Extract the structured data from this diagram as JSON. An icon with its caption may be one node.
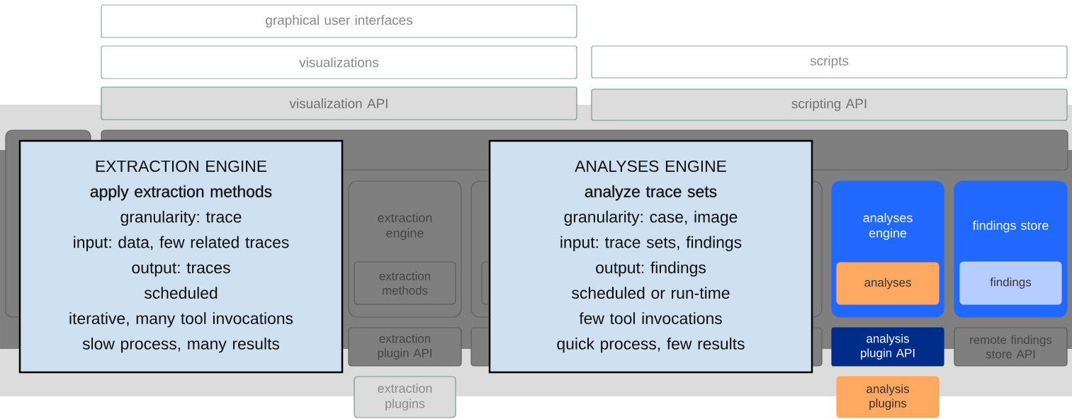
{
  "diagram": {
    "nodes": [
      {
        "text": [
          "graphical user interfaces"
        ]
      },
      {
        "text": [
          "visualizations"
        ]
      },
      {
        "text": [
          "scripts"
        ]
      },
      {
        "text": [
          "visualization API"
        ]
      },
      {
        "text": [
          "scripting API"
        ]
      },
      {
        "text": [
          "extraction engine"
        ]
      },
      {
        "text": [
          "extraction methods"
        ],
        "in": 5
      },
      {
        "text": [
          "extraction plugin API"
        ]
      },
      {
        "text": [
          "extraction plugins"
        ]
      },
      {
        "text": [
          "analyses engine"
        ]
      },
      {
        "text": [
          "analyses"
        ],
        "in": 9
      },
      {
        "text": [
          "findings store"
        ]
      },
      {
        "text": [
          "findings"
        ],
        "in": 11
      },
      {
        "text": [
          "analysis plugin API"
        ]
      },
      {
        "text": [
          "remote findings store API"
        ]
      },
      {
        "text": [
          "analysis plugins"
        ]
      },
      {
        "text": [
          "EXTRACTION ENGINE",
          "apply extraction methods",
          "granularity: trace",
          "input: data, few related traces",
          "output: traces",
          "scheduled",
          "iterative, many tool invocations",
          "slow process, many results"
        ]
      },
      {
        "text": [
          "ANALYSES ENGINE",
          "analyze trace sets",
          "granularity: case, image",
          "input: trace sets, findings",
          "output: findings",
          "scheduled or run-time",
          "few tool invocations",
          "quick process, few results"
        ]
      }
    ],
    "edges": []
  }
}
